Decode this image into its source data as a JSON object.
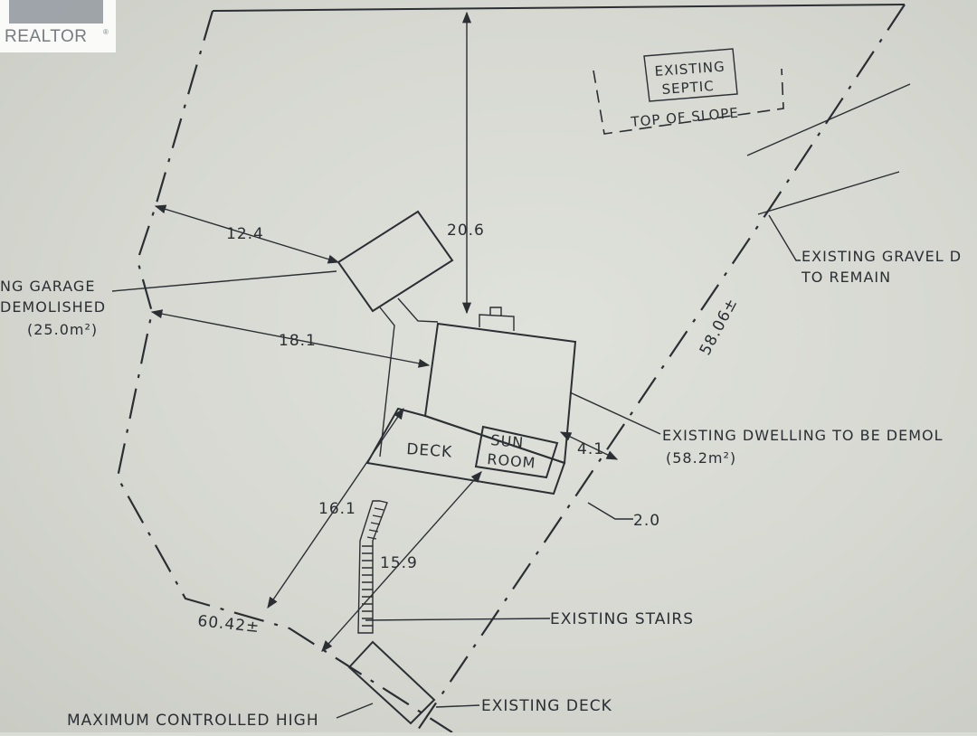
{
  "brand": {
    "logo_text": "REALTOR",
    "logo_mark": "®"
  },
  "labels": {
    "septic": [
      "EXISTING",
      "SEPTIC"
    ],
    "top_of_slope": "TOP OF SLOPE",
    "gravel": [
      "EXISTING GRAVEL D",
      "TO REMAIN"
    ],
    "garage": [
      "NG GARAGE",
      "DEMOLISHED",
      "(25.0m²)"
    ],
    "dwelling": [
      "EXISTING DWELLING TO BE DEMOL",
      "(58.2m²)"
    ],
    "deck": "DECK",
    "sunroom": [
      "SUN",
      "ROOM"
    ],
    "stairs": "EXISTING STAIRS",
    "existing_deck": "EXISTING DECK",
    "high_water": "MAXIMUM CONTROLLED HIGH"
  },
  "dimensions": {
    "d_12_4": "12.4",
    "d_20_6": "20.6",
    "d_18_1": "18.1",
    "d_4_1": "4.1",
    "d_16_1": "16.1",
    "d_15_9": "15.9",
    "d_2_0": "2.0",
    "d_58_06": "58.06±",
    "d_60_42": "60.42±"
  }
}
